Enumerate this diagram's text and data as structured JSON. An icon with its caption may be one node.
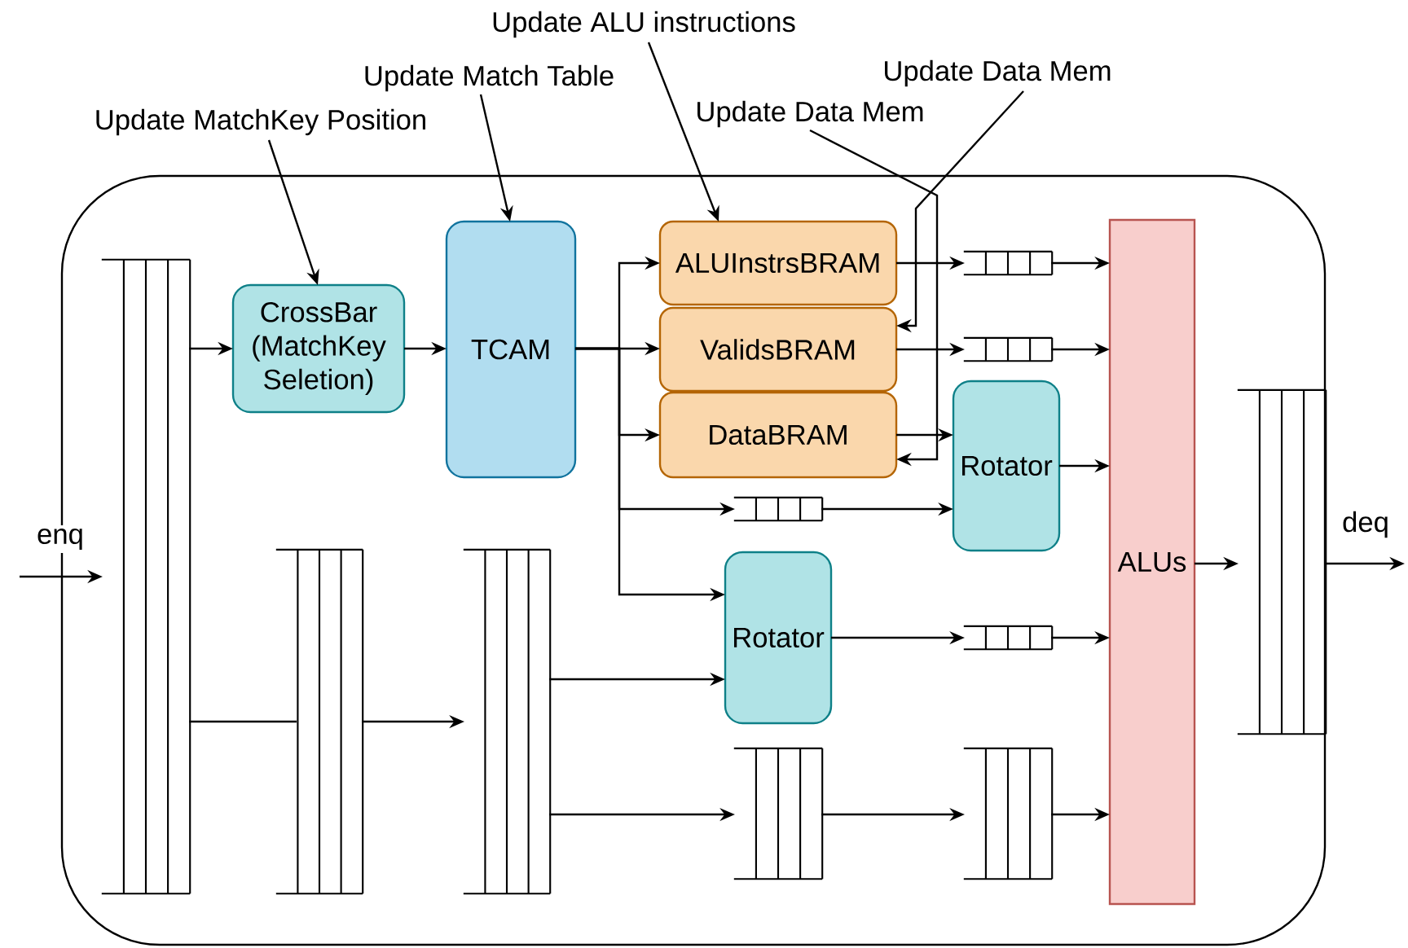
{
  "diagram": {
    "nodes": [
      {
        "text": [
          "Update ALU instructions"
        ]
      },
      {
        "text": [
          "Update Match Table"
        ]
      },
      {
        "text": [
          "Update Data Mem"
        ]
      },
      {
        "text": [
          "Update Data Mem"
        ]
      },
      {
        "text": [
          "Update MatchKey Position"
        ]
      },
      {
        "text": [],
        "shape": "box"
      },
      {
        "text": [],
        "shape": "queue",
        "in": 5
      },
      {
        "text": [
          "CrossBar (MatchKey Seletion)"
        ],
        "in": 5
      },
      {
        "text": [
          "TCAM"
        ],
        "in": 5
      },
      {
        "text": [
          "ALUInstrsBRAM"
        ],
        "in": 5
      },
      {
        "text": [
          "ValidsBRAM"
        ],
        "in": 5
      },
      {
        "text": [
          "DataBRAM"
        ],
        "in": 5
      },
      {
        "text": [],
        "shape": "queue",
        "in": 5
      },
      {
        "text": [],
        "shape": "queue",
        "in": 5
      },
      {
        "text": [
          "Rotator"
        ],
        "in": 5
      },
      {
        "text": [],
        "shape": "queue",
        "in": 5
      },
      {
        "text": [],
        "shape": "queue",
        "in": 5
      },
      {
        "text": [],
        "shape": "queue",
        "in": 5
      },
      {
        "text": [
          "Rotator"
        ],
        "in": 5
      },
      {
        "text": [],
        "shape": "queue",
        "in": 5
      },
      {
        "text": [
          "ALUs"
        ],
        "in": 5
      },
      {
        "text": [],
        "shape": "queue",
        "in": 5
      },
      {
        "text": [],
        "shape": "queue",
        "in": 5
      },
      {
        "text": [],
        "shape": "queue",
        "in": 5
      }
    ],
    "edges": [
      {
        "from": 0,
        "to": 9,
        "arrow": "to"
      },
      {
        "from": 1,
        "to": 8,
        "arrow": "to"
      },
      {
        "from": 2,
        "to": 10,
        "arrow": "to"
      },
      {
        "from": 3,
        "to": 11,
        "arrow": "to"
      },
      {
        "from": 4,
        "to": 7,
        "arrow": "to"
      },
      {
        "from": 6,
        "to": 7,
        "arrow": "to"
      },
      {
        "from": 7,
        "to": 8,
        "arrow": "to"
      },
      {
        "from": 8,
        "to": 9,
        "arrow": "to"
      },
      {
        "from": 8,
        "to": 10,
        "arrow": "to"
      },
      {
        "from": 8,
        "to": 11,
        "arrow": "to"
      },
      {
        "from": 8,
        "to": 15,
        "arrow": "to"
      },
      {
        "from": 8,
        "to": 18,
        "arrow": "to"
      },
      {
        "from": 9,
        "to": 12,
        "arrow": "to"
      },
      {
        "from": 12,
        "to": 20,
        "arrow": "to"
      },
      {
        "from": 10,
        "to": 13,
        "arrow": "to"
      },
      {
        "from": 13,
        "to": 20,
        "arrow": "to"
      },
      {
        "from": 11,
        "to": 14,
        "arrow": "to"
      },
      {
        "from": 15,
        "to": 14,
        "arrow": "to"
      },
      {
        "from": 14,
        "to": 20,
        "arrow": "to"
      },
      {
        "from": 18,
        "to": 19,
        "arrow": "to"
      },
      {
        "from": 19,
        "to": 20,
        "arrow": "to"
      },
      {
        "from": 6,
        "to": 16,
        "arrow": "none"
      },
      {
        "from": 16,
        "to": 17,
        "arrow": "to"
      },
      {
        "from": 17,
        "to": 18,
        "arrow": "to"
      },
      {
        "from": 17,
        "to": 21,
        "arrow": "to"
      },
      {
        "from": 21,
        "to": 22,
        "arrow": "to"
      },
      {
        "from": 22,
        "to": 20,
        "arrow": "to"
      },
      {
        "from": 20,
        "to": 23,
        "arrow": "to"
      },
      {
        "from": null,
        "to": 6,
        "arrow": "to",
        "label": "enq"
      },
      {
        "from": 23,
        "to": null,
        "arrow": "to",
        "label": "deq"
      }
    ]
  }
}
